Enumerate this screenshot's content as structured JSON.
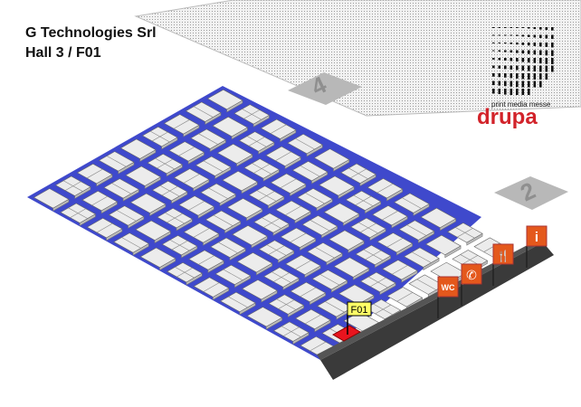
{
  "header": {
    "company": "G Technologies Srl",
    "location": "Hall 3 / F01"
  },
  "logo": {
    "tagline": "print media messe",
    "name": "drupa",
    "brand_color": "#d2232a"
  },
  "neighbor_halls": [
    {
      "label": "4"
    },
    {
      "label": "2"
    }
  ],
  "booth": {
    "label": "F01",
    "highlight_color": "#e8141e",
    "flag_color": "#ffff66"
  },
  "services": [
    {
      "icon": "wc-icon",
      "label": "WC"
    },
    {
      "icon": "phone-icon",
      "label": ""
    },
    {
      "icon": "restaurant-icon",
      "label": ""
    },
    {
      "icon": "info-icon",
      "label": "i"
    }
  ],
  "colors": {
    "aisle": "#3f49cc",
    "floor": "#e9e9e9",
    "service_area": "#3a3a3a",
    "sign": "#e4581c"
  }
}
